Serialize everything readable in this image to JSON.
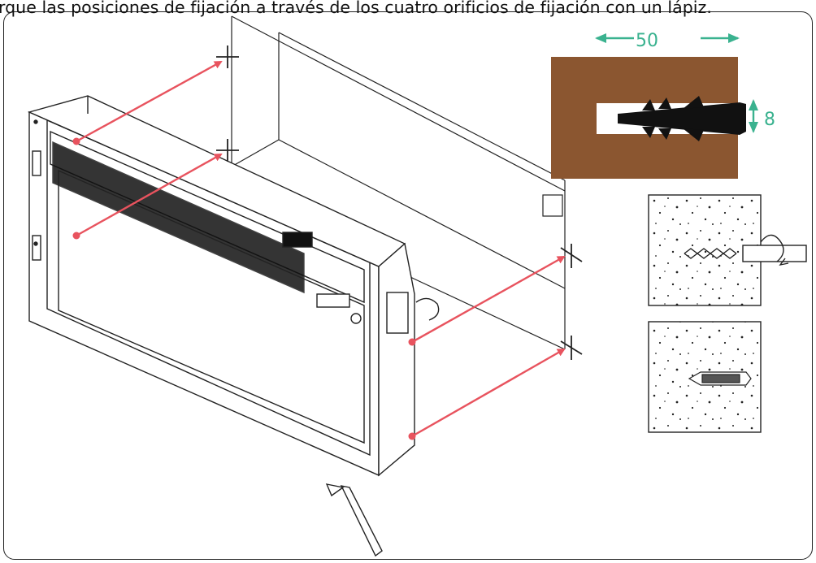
{
  "instruction_text": "rque las posiciones de fijación a través de los cuatro orificios de fijación con un lápiz.",
  "dimensions": {
    "depth_value": "50",
    "diameter_value": "8"
  },
  "colors": {
    "arrow": "#e8535e",
    "dimension": "#3ab28f",
    "wall_brown": "#8b5630",
    "line": "#222222"
  }
}
